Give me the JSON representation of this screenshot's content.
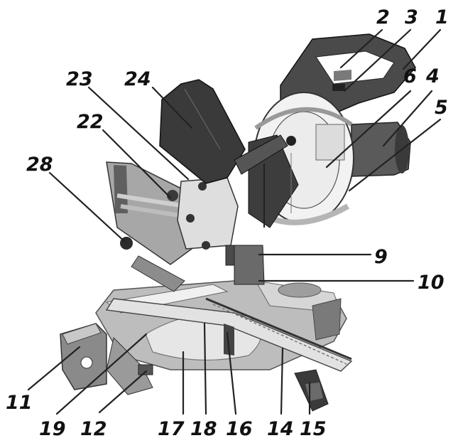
{
  "figure": {
    "subject": "sliding compound mitre saw",
    "callouts": [
      {
        "id": "c1",
        "text": "1"
      },
      {
        "id": "c2",
        "text": "2"
      },
      {
        "id": "c3",
        "text": "3"
      },
      {
        "id": "c4",
        "text": "4"
      },
      {
        "id": "c5",
        "text": "5"
      },
      {
        "id": "c6",
        "text": "6"
      },
      {
        "id": "c9",
        "text": "9"
      },
      {
        "id": "c10",
        "text": "10"
      },
      {
        "id": "c11",
        "text": "11"
      },
      {
        "id": "c12",
        "text": "12"
      },
      {
        "id": "c14",
        "text": "14"
      },
      {
        "id": "c15",
        "text": "15"
      },
      {
        "id": "c16",
        "text": "16"
      },
      {
        "id": "c17",
        "text": "17"
      },
      {
        "id": "c18",
        "text": "18"
      },
      {
        "id": "c19",
        "text": "19"
      },
      {
        "id": "c22",
        "text": "22"
      },
      {
        "id": "c23",
        "text": "23"
      },
      {
        "id": "c24",
        "text": "24"
      },
      {
        "id": "c28",
        "text": "28"
      }
    ]
  }
}
